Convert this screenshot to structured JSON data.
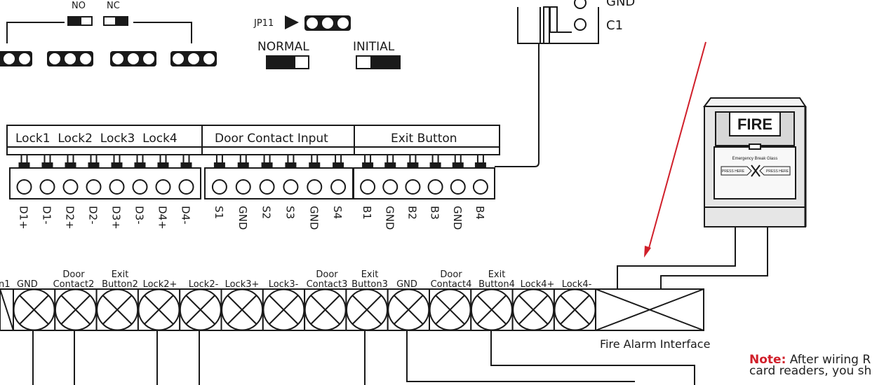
{
  "jumper_top": {
    "label_no": "NO",
    "label_nc": "NC"
  },
  "jp11": {
    "label": "JP11",
    "normal_label": "NORMAL",
    "initial_label": "INITIAL"
  },
  "relay": {
    "gnd_label": "GND",
    "c1_label": "C1"
  },
  "terminal_headers": {
    "locks": "Lock1  Lock2  Lock3  Lock4",
    "door_contact": "Door Contact Input",
    "exit_button": "Exit Button"
  },
  "pin_labels": {
    "lock_group": [
      "D1+",
      "D1-",
      "D2+",
      "D2-",
      "D3+",
      "D3-",
      "D4+",
      "D4-"
    ],
    "door_group": [
      "S1",
      "GND",
      "S2",
      "S3",
      "GND",
      "S4"
    ],
    "exit_group": [
      "B1",
      "GND",
      "B2",
      "B3",
      "GND",
      "B4"
    ]
  },
  "bottom_strip": {
    "labels": [
      {
        "line1": "",
        "line2": "n1"
      },
      {
        "line1": "",
        "line2": "GND"
      },
      {
        "line1": "Door",
        "line2": "Contact2"
      },
      {
        "line1": "Exit",
        "line2": "Button2"
      },
      {
        "line1": "",
        "line2": "Lock2+"
      },
      {
        "line1": "",
        "line2": "Lock2-"
      },
      {
        "line1": "",
        "line2": "Lock3+"
      },
      {
        "line1": "",
        "line2": "Lock3-"
      },
      {
        "line1": "Door",
        "line2": "Contact3"
      },
      {
        "line1": "Exit",
        "line2": "Button3"
      },
      {
        "line1": "",
        "line2": "GND"
      },
      {
        "line1": "Door",
        "line2": "Contact4"
      },
      {
        "line1": "Exit",
        "line2": "Button4"
      },
      {
        "line1": "",
        "line2": "Lock4+"
      },
      {
        "line1": "",
        "line2": "Lock4-"
      }
    ],
    "fire_alarm_label": "Fire Alarm Interface"
  },
  "fire_box": {
    "title": "FIRE",
    "subtitle": "Emergency Break Glass",
    "press_left": "PRESS HERE",
    "press_right": "PRESS HERE"
  },
  "note": {
    "keyword": "Note:",
    "line1_text": " After wiring R",
    "line2_text": "card readers, you sh"
  },
  "colors": {
    "line": "#1a1a1a",
    "arrow": "#d01f2a",
    "note_keyword": "#d01f2a",
    "fire_box_fill": "#e6e6e6"
  }
}
